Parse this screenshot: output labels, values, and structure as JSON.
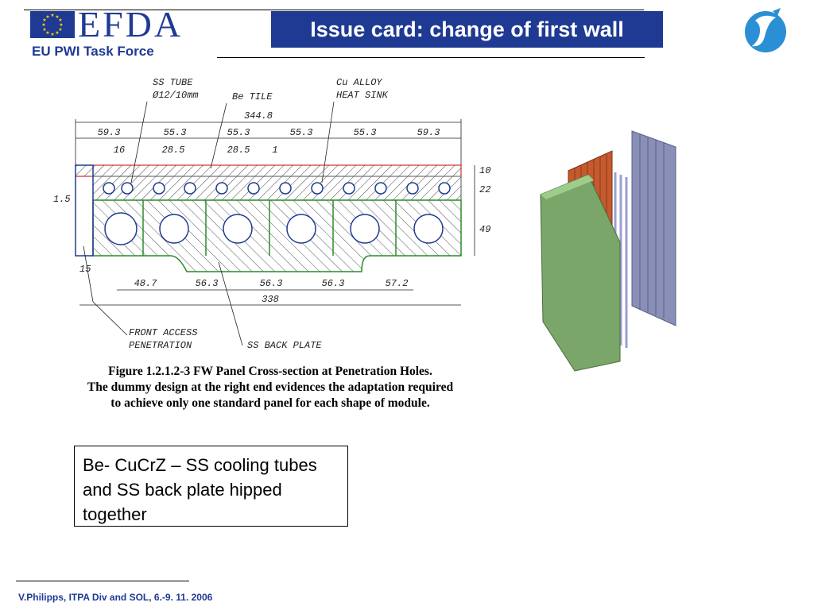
{
  "header": {
    "logo_text": "EFDA",
    "subtitle": "EU PWI Task Force",
    "slide_title": "Issue card: change of first wall"
  },
  "drawing": {
    "labels": {
      "ss_tube": "SS TUBE",
      "ss_tube_dim": "Ø12/10mm",
      "be_tile": "Be TILE",
      "cu_alloy": "Cu ALLOY",
      "heat_sink": "HEAT SINK",
      "front_access": "FRONT ACCESS",
      "penetration": "PENETRATION",
      "ss_back_plate": "SS BACK PLATE"
    },
    "dims_top": {
      "total": "344.8",
      "segments": [
        "59.3",
        "55.3",
        "55.3",
        "55.3",
        "55.3",
        "59.3"
      ],
      "sub": [
        "16",
        "28.5",
        "28.5",
        "1"
      ]
    },
    "dims_side": [
      "10",
      "22",
      "49"
    ],
    "dim_left": "1.5",
    "dim_15": "15",
    "dims_bottom": {
      "segments": [
        "48.7",
        "56.3",
        "56.3",
        "56.3",
        "57.2"
      ],
      "total": "338"
    },
    "caption": [
      "Figure 1.2.1.2-3 FW Panel Cross-section at Penetration Holes.",
      "The dummy design at the right end evidences the adaptation required",
      "to achieve only one standard panel for each shape of module."
    ]
  },
  "note": "Be- CuCrZ – SS cooling tubes and SS back plate hipped together",
  "footer": "V.Philipps, ITPA Div and SOL, 6.-9. 11. 2006",
  "colors": {
    "brand_blue": "#1f3a93",
    "be_layer": "#6b8f5a",
    "cu_layer": "#b5502a",
    "ss_layer": "#7a7fa6"
  }
}
